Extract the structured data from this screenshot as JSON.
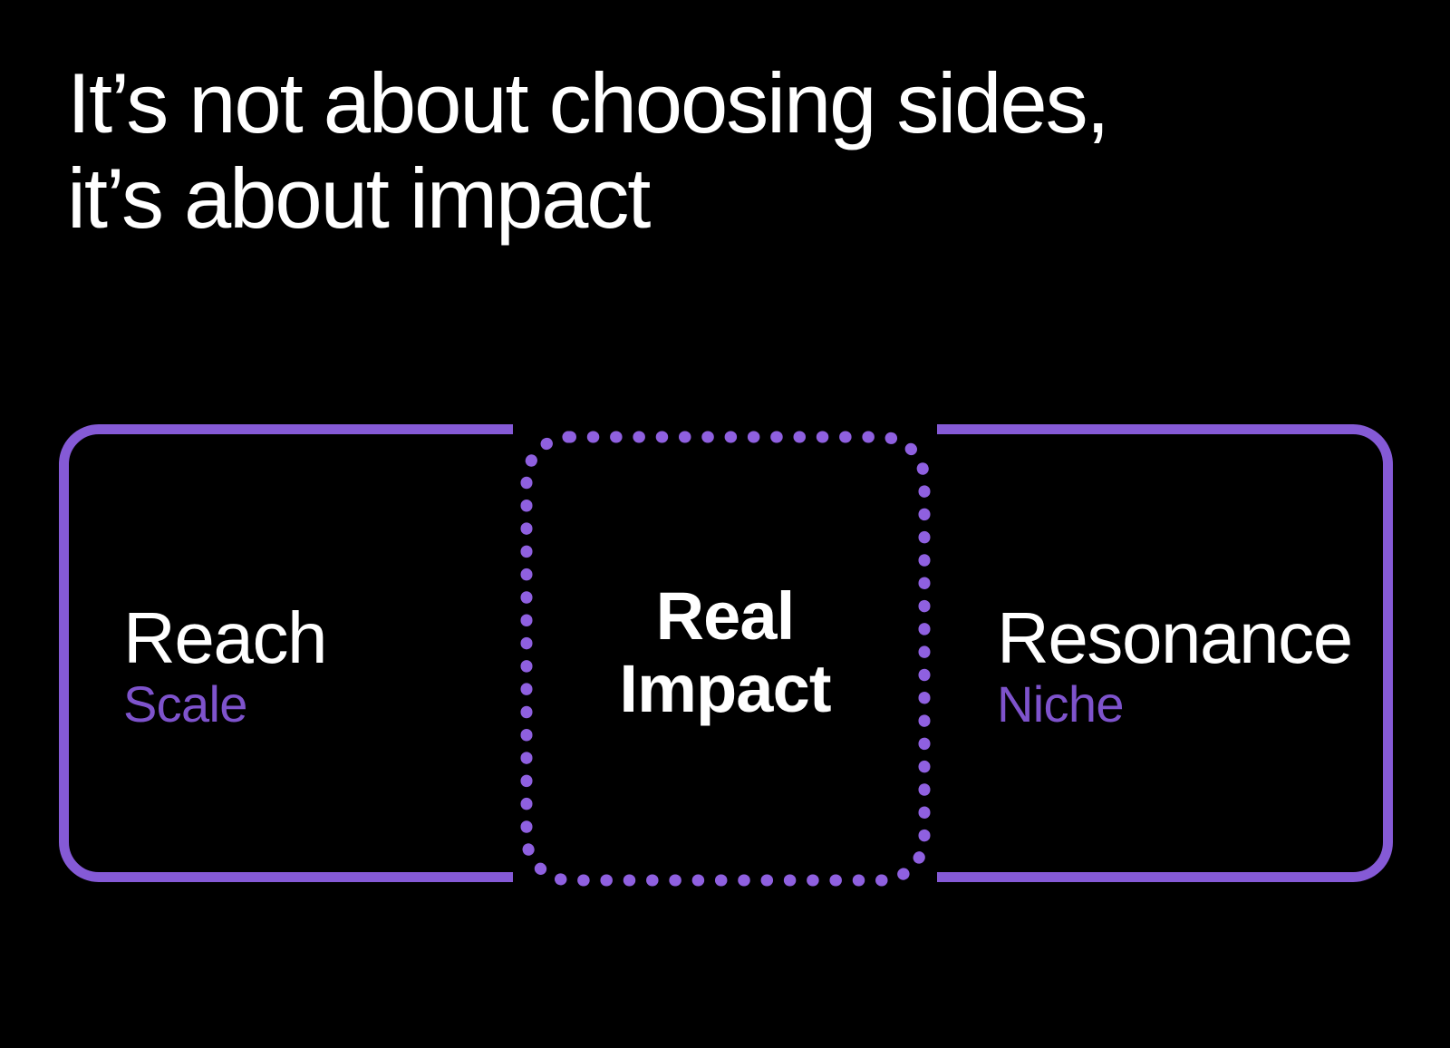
{
  "title": {
    "line1": "It’s not about choosing sides,",
    "line2": "it’s about impact"
  },
  "diagram": {
    "left": {
      "title": "Reach",
      "subtitle": "Scale"
    },
    "center": {
      "line1": "Real",
      "line2": "Impact"
    },
    "right": {
      "title": "Resonance",
      "subtitle": "Niche"
    }
  },
  "colors": {
    "background": "#000000",
    "text": "#FFFFFF",
    "purple_border": "#855AD6",
    "purple_dot": "#8F60E0",
    "purple_label": "#7E53CC"
  }
}
